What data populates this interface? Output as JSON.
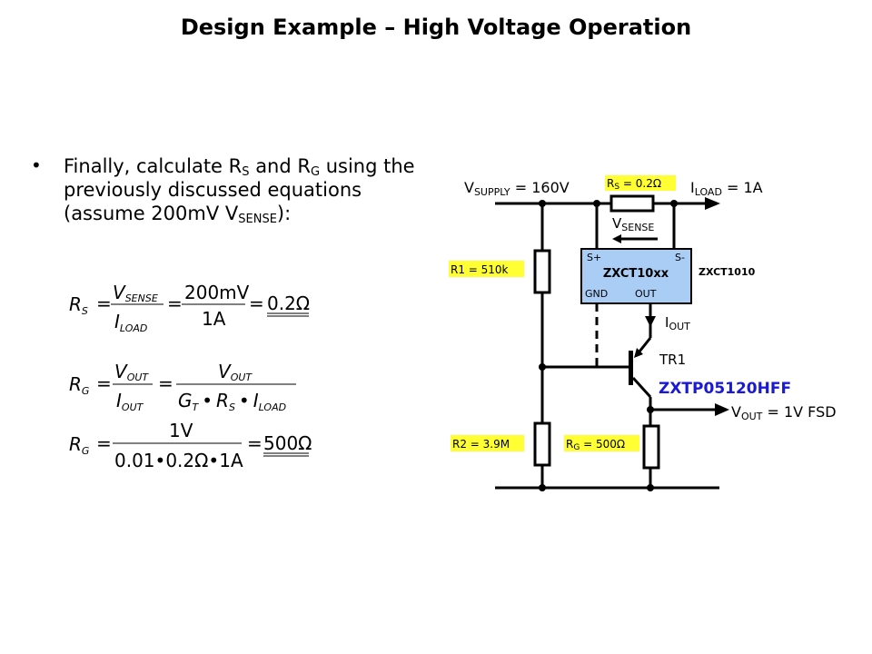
{
  "slide": {
    "title": "Design Example – High Voltage Operation"
  },
  "bullet": {
    "dot": "•",
    "part1": "Finally, calculate R",
    "sub1": "S",
    "part2": "  and R",
    "sub2": "G",
    "part3": " using the previously discussed equations (assume 200mV V",
    "sub3": "SENSE",
    "part4": "):"
  },
  "equations": {
    "rs": {
      "lhs": "R",
      "lhs_sub": "S",
      "num1": "V",
      "num1_sub": "SENSE",
      "den1": "I",
      "den1_sub": "LOAD",
      "num2": "200mV",
      "den2": "1A",
      "result": "0.2Ω"
    },
    "rg_formula": {
      "lhs": "R",
      "lhs_sub": "G",
      "num1": "V",
      "num1_sub": "OUT",
      "den1": "I",
      "den1_sub": "OUT",
      "num2": "V",
      "num2_sub": "OUT",
      "den2_g": "G",
      "den2_g_sub": "T",
      "den2_r": "R",
      "den2_r_sub": "S",
      "den2_i": "I",
      "den2_i_sub": "LOAD",
      "dot": "•"
    },
    "rg_value": {
      "lhs": "R",
      "lhs_sub": "G",
      "num": "1V",
      "den": "0.01•0.2Ω•1A",
      "result": "500Ω"
    },
    "equals": "="
  },
  "circuit": {
    "vsupply_main": "V",
    "vsupply_sub": "SUPPLY",
    "vsupply_value": " = 160V",
    "rs_label_main": "R",
    "rs_label_sub": "S",
    "rs_label_value": " = 0.2Ω",
    "iload_main": "I",
    "iload_sub": "LOAD",
    "iload_value": " = 1A",
    "vsense_main": "V",
    "vsense_sub": "SENSE",
    "r1_label": "R1 = 510k",
    "r2_label": "R2 = 3.9M",
    "rg_label_main": "R",
    "rg_label_sub": "G",
    "rg_label_value": " = 500Ω",
    "ic": {
      "name": "ZXCT10xx",
      "pin_sp": "S+",
      "pin_sm": "S-",
      "pin_gnd": "GND",
      "pin_out": "OUT",
      "part": "ZXCT1010"
    },
    "iout_main": "I",
    "iout_sub": "OUT",
    "transistor_ref": "TR1",
    "transistor_part": "ZXTP05120HFF",
    "vout_main": "V",
    "vout_sub": "OUT",
    "vout_value": " = 1V FSD",
    "colors": {
      "highlight": "#ffff33",
      "ic_fill": "#a9cdf5",
      "part_blue": "#1a1ad6"
    }
  }
}
